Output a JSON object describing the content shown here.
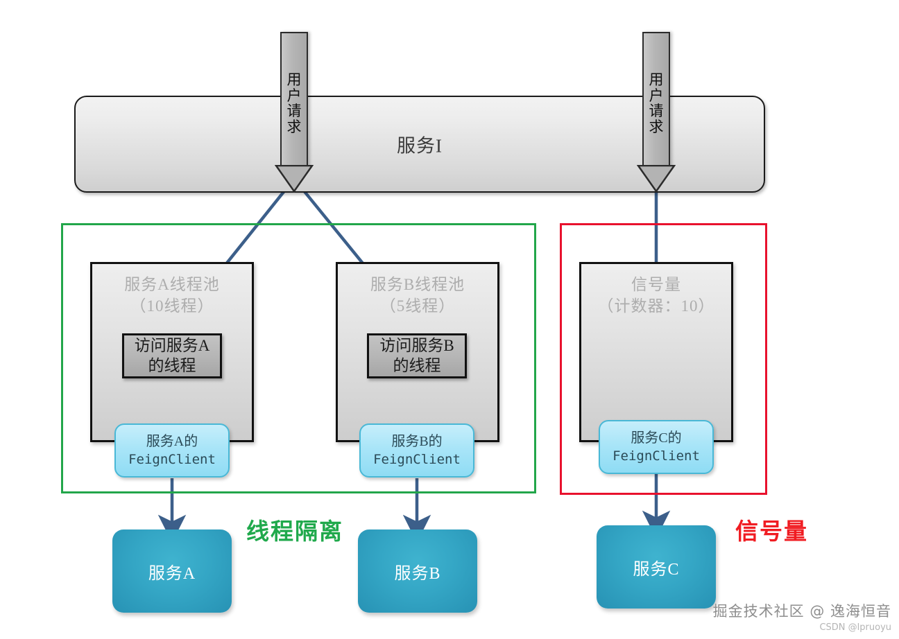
{
  "diagram": {
    "title_bar": {
      "label": "服务I"
    },
    "request_arrows": [
      {
        "name": "left-request-arrow",
        "text_chars": [
          "用",
          "户",
          "请",
          "求"
        ]
      },
      {
        "name": "right-request-arrow",
        "text_chars": [
          "用",
          "户",
          "请",
          "求"
        ]
      }
    ],
    "groups": [
      {
        "id": "thread-isolation",
        "caption": "线程隔离",
        "color": "#20a94c"
      },
      {
        "id": "semaphore",
        "caption": "信号量",
        "color": "#f01c22"
      }
    ],
    "pools": [
      {
        "id": "pool-a",
        "title_lines": [
          "服务A线程池",
          "（10线程）"
        ],
        "thread_box_lines": [
          "访问服务A",
          "的线程"
        ],
        "feign_cn": "服务A的",
        "feign_mono": "FeignClient"
      },
      {
        "id": "pool-b",
        "title_lines": [
          "服务B线程池",
          "（5线程）"
        ],
        "thread_box_lines": [
          "访问服务B",
          "的线程"
        ],
        "feign_cn": "服务B的",
        "feign_mono": "FeignClient"
      },
      {
        "id": "semaphore-box",
        "title_lines": [
          "信号量",
          "（计数器：10）"
        ],
        "thread_box_lines": [],
        "feign_cn": "服务C的",
        "feign_mono": "FeignClient"
      }
    ],
    "services": [
      {
        "id": "service-a",
        "label": "服务A"
      },
      {
        "id": "service-b",
        "label": "服务B"
      },
      {
        "id": "service-c",
        "label": "服务C"
      }
    ],
    "watermark": {
      "main": "掘金技术社区 @ 逸海恒音",
      "sub": "CSDN @lpruoyu"
    },
    "colors": {
      "arrow_blue": "#3c5f8a",
      "teal": "#34a6c5",
      "cyan": "#a9e5f8",
      "green": "#22a64a",
      "red": "#e8112d",
      "gray_arrow": "#b5b5b5"
    }
  }
}
